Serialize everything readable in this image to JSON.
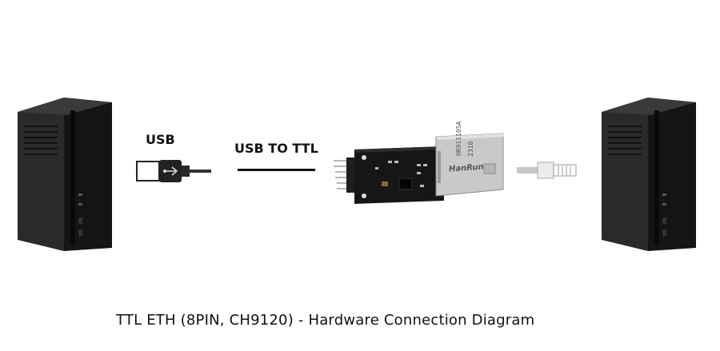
{
  "labels": {
    "usb": "USB",
    "usb_to_ttl": "USB TO TTL"
  },
  "module": {
    "brand": "HanRun",
    "part": "HR911105A",
    "code": "2310"
  },
  "caption": "TTL ETH (8PIN, CH9120) - Hardware Connection Diagram",
  "colors": {
    "background": "#ffffff",
    "pc_body": "#1c1c1c",
    "pcb": "#161616",
    "rj45_metal": "#c9c9c9",
    "connector_line": "#111111"
  }
}
